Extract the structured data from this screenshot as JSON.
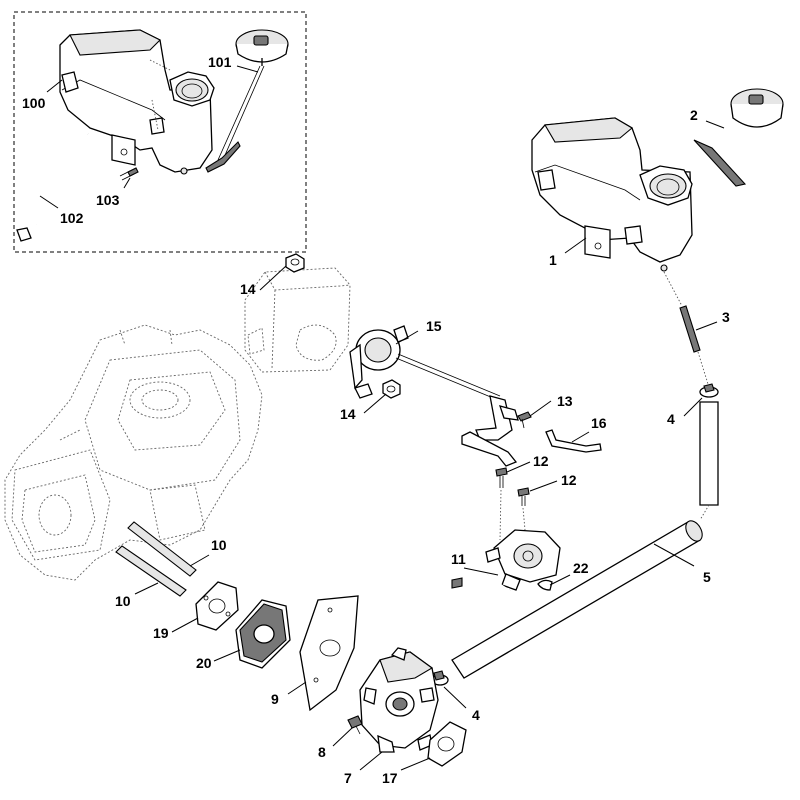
{
  "callouts": {
    "c1": "1",
    "c2": "2",
    "c3": "3",
    "c4a": "4",
    "c4b": "4",
    "c5": "5",
    "c7": "7",
    "c8": "8",
    "c9": "9",
    "c10a": "10",
    "c10b": "10",
    "c11": "11",
    "c12a": "12",
    "c12b": "12",
    "c13": "13",
    "c14a": "14",
    "c14b": "14",
    "c15": "15",
    "c16": "16",
    "c17": "17",
    "c19": "19",
    "c20": "20",
    "c22": "22",
    "c100": "100",
    "c101": "101",
    "c102": "102",
    "c103": "103"
  }
}
